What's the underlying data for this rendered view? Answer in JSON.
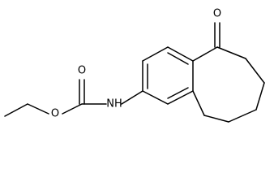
{
  "atoms": {
    "ketone_oxygen": "O",
    "carbamate_carbonyl_oxygen": "O",
    "ester_oxygen": "O",
    "amide_nitrogen": "NH"
  }
}
